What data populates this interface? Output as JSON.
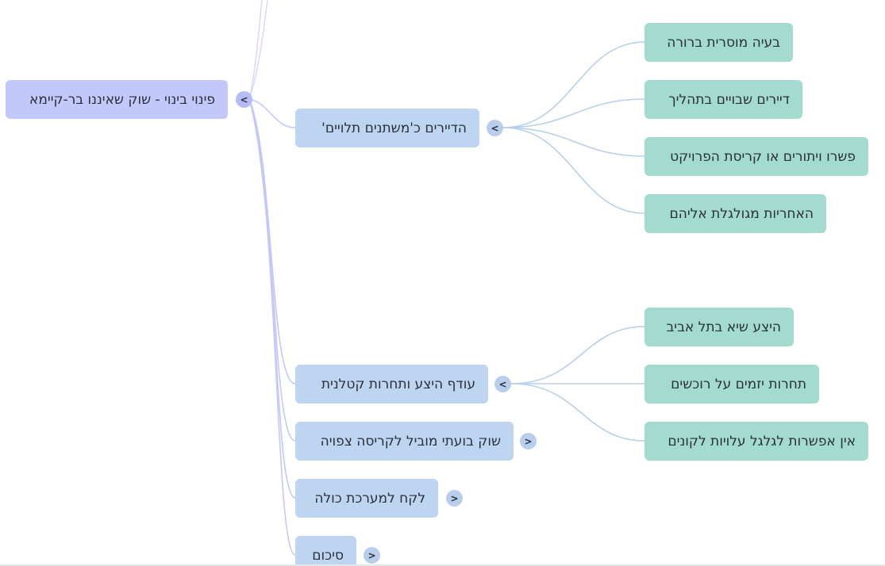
{
  "root": {
    "label": "פינוי בינוי - שוק שאיננו בר-קיימא",
    "toggle": "<"
  },
  "branches": [
    {
      "label": "הדיירים כ'משתנים תלויים'",
      "toggle": "<",
      "children": [
        "בעיה מוסרית ברורה",
        "דיירים שבויים בתהליך",
        "פשרו ויתורים או קריסת הפרויקט",
        "האחריות מגולגלת אליהם"
      ]
    },
    {
      "label": "עודף היצע ותחרות קטלנית",
      "toggle": "<",
      "children": [
        "היצע שיא בתל אביב",
        "תחרות יזמים על רוכשים",
        "אין אפשרות לגלגל עלויות לקונים"
      ]
    },
    {
      "label": "שוק בועתי מוביל לקריסה צפויה",
      "toggle": ">",
      "children": []
    },
    {
      "label": "לקח למערכת כולה",
      "toggle": ">",
      "children": []
    },
    {
      "label": "סיכום",
      "toggle": ">",
      "children": []
    }
  ],
  "colors": {
    "root_node": "#c3c8fb",
    "branch_node": "#bdd5f0",
    "leaf_node": "#a3dcce",
    "root_link": "#c3c8fb",
    "branch_link": "#b7d0ea"
  }
}
